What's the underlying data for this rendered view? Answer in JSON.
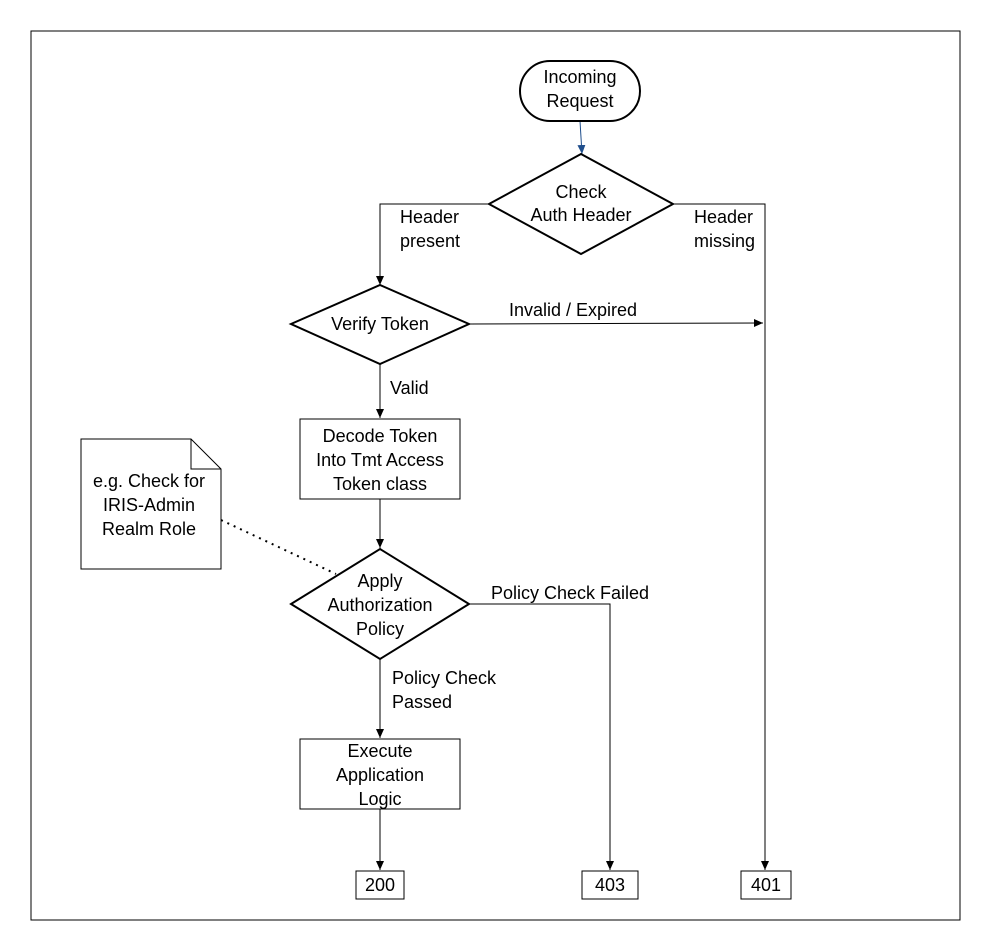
{
  "start": {
    "line1": "Incoming",
    "line2": "Request"
  },
  "check_header": {
    "line1": "Check",
    "line2": "Auth Header"
  },
  "verify_token": {
    "label": "Verify Token"
  },
  "decode_token": {
    "line1": "Decode Token",
    "line2": "Into Tmt Access",
    "line3": "Token class"
  },
  "apply_policy": {
    "line1": "Apply",
    "line2": "Authorization",
    "line3": "Policy"
  },
  "execute_logic": {
    "line1": "Execute",
    "line2": "Application",
    "line3": "Logic"
  },
  "note": {
    "line1": "e.g. Check for",
    "line2": "IRIS-Admin",
    "line3": "Realm Role"
  },
  "edges": {
    "header_present": {
      "line1": "Header",
      "line2": "present"
    },
    "header_missing": {
      "line1": "Header",
      "line2": "missing"
    },
    "invalid_expired": "Invalid / Expired",
    "valid": "Valid",
    "policy_failed": "Policy Check Failed",
    "policy_passed": {
      "line1": "Policy Check",
      "line2": "Passed"
    }
  },
  "outcomes": {
    "ok": "200",
    "forbidden": "403",
    "unauthorized": "401"
  },
  "colors": {
    "stroke": "#000000",
    "start_arrow": "#1f4e8c",
    "background": "#ffffff"
  }
}
